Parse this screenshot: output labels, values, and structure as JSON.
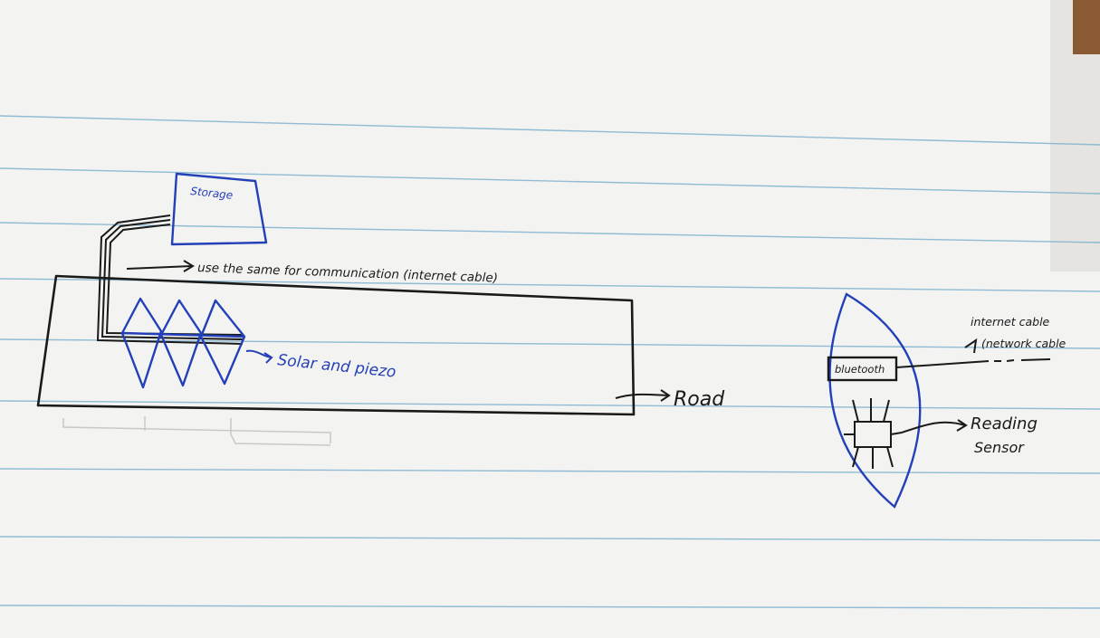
{
  "storage_label": "Storage",
  "communication_note": "use the same for communication (internet cable)",
  "panel_label": "Solar and piezo",
  "road_label": "Road",
  "bluetooth_label": "bluetooth",
  "cable_label_line1": "internet cable",
  "cable_label_line2": "(network cable",
  "sensor_label_line1": "Reading",
  "sensor_label_line2": "Sensor",
  "colors": {
    "paper": "#f3f3f1",
    "rule": "#7fb2cf",
    "black_ink": "#1a1a1a",
    "blue_ink": "#2340b8"
  }
}
